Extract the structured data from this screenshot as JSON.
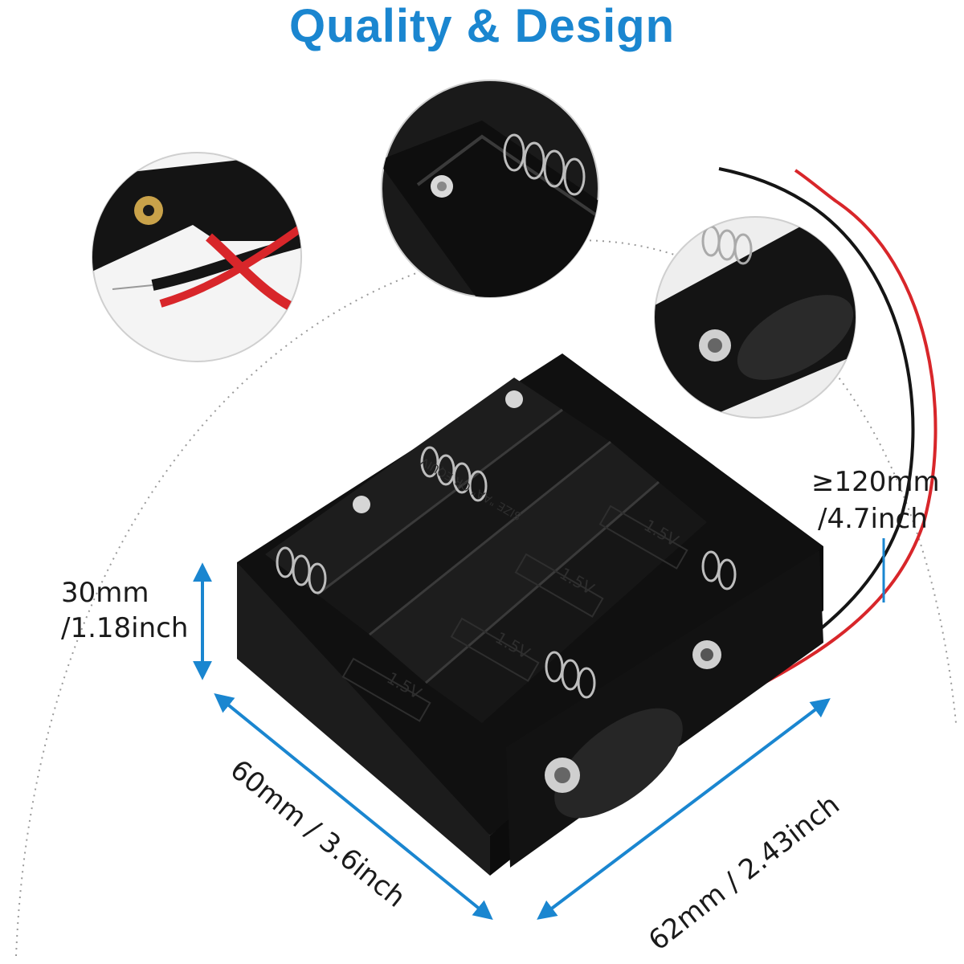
{
  "header": {
    "title": "Quality & Design"
  },
  "dimensions": {
    "height_line1": "30mm",
    "height_line2": "/1.18inch",
    "width_label": "60mm / 3.6inch",
    "depth_label": "62mm / 2.43inch",
    "wire_line1": "≥120mm",
    "wire_line2": "/4.7inch"
  },
  "battery_labels": {
    "voltage": "1.5V",
    "size_text": "SIZE \"AA\" OR EQUIV"
  },
  "colors": {
    "title": "#1a86d0",
    "arrows": "#1a86d0",
    "holder": "#111111",
    "wire_red": "#d8262a",
    "wire_black": "#151515"
  },
  "icons": [
    "battery-holder",
    "detail-circle-wire-screw",
    "detail-circle-spring-contacts",
    "detail-circle-snap-terminal"
  ]
}
